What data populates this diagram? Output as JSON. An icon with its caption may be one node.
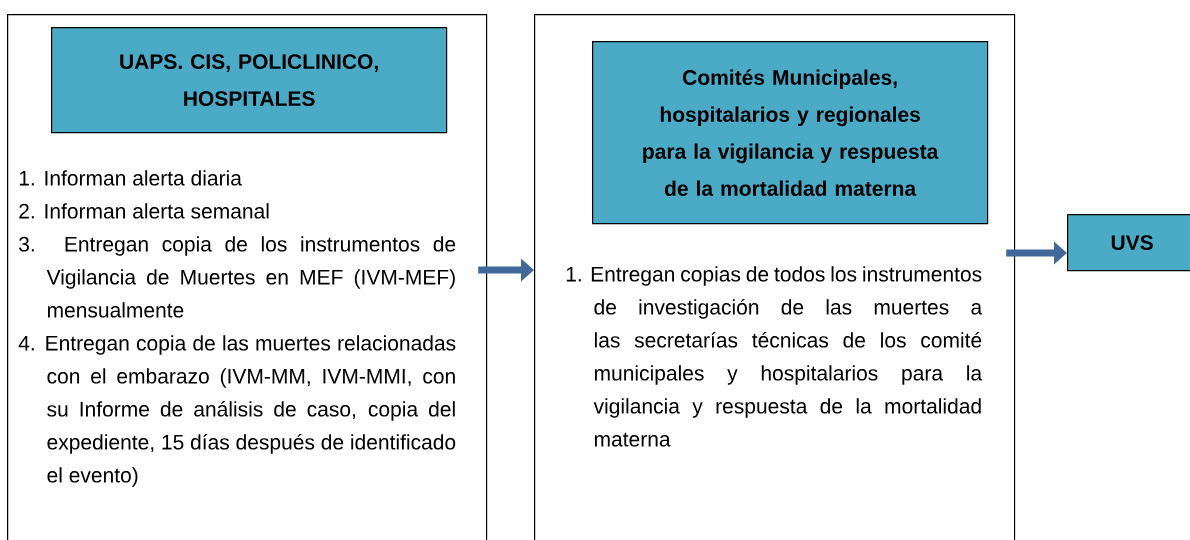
{
  "diagram": {
    "nodes": [
      {
        "text": [
          "1. Informan alerta diaria",
          "2. Informan alerta semanal",
          "3. Entregan copia de los instrumentos de Vigilancia de Muertes en MEF (IVM-MEF) mensualmente",
          "4. Entregan copia de las muertes relacionadas con el embarazo (IVM-MM, IVM-MMI, con su Informe de análisis de caso, copia del expediente, 15 días después de identificado el evento)"
        ]
      },
      {
        "text": [
          "UAPS. CIS, POLICLINICO, HOSPITALES"
        ],
        "in": 0
      },
      {
        "text": [
          "1. Entregan copias de todos los instrumentos de investigación de las muertes a las secretarías técnicas de los comité municipales y hospitalarios para la vigilancia y respuesta de la mortalidad materna"
        ]
      },
      {
        "text": [
          "Comités Municipales, hospitalarios y regionales para la vigilancia y respuesta de la mortalidad materna"
        ],
        "in": 2
      },
      {
        "text": [
          "UVS"
        ]
      }
    ],
    "edges": [
      {
        "from": 0,
        "to": 2,
        "arrow": "to"
      },
      {
        "from": 2,
        "to": 4,
        "arrow": "to"
      }
    ]
  }
}
